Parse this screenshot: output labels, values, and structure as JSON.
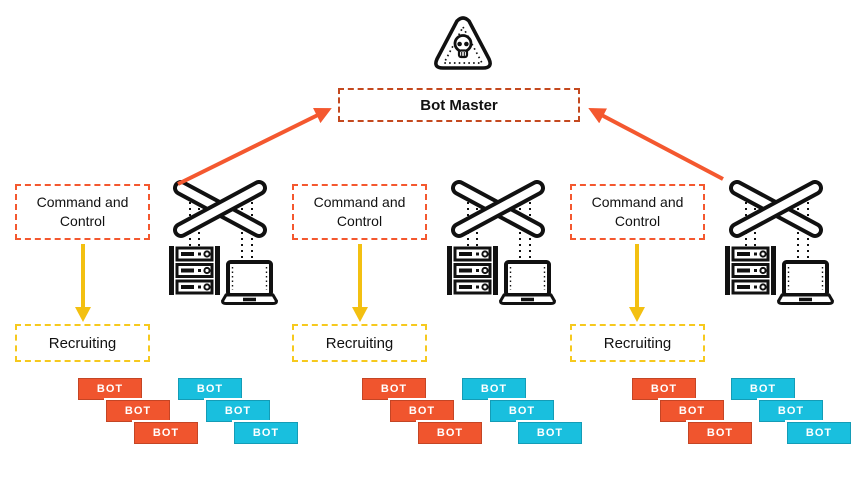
{
  "labels": {
    "bot_master": "Bot Master",
    "command_and_control": "Command and Control",
    "recruiting": "Recruiting",
    "bot": "BOT"
  },
  "icons": {
    "hazard": "skull-warning-triangle-icon",
    "switch": "network-switch-icon",
    "server": "server-rack-icon",
    "laptop": "laptop-icon",
    "arrow_up": "orange-arrow-to-bot-master",
    "arrow_down": "yellow-arrow-to-recruiting"
  },
  "colors": {
    "bot_master_border": "#C4491F",
    "cnc_border": "#F4582F",
    "arrow_orange": "#F4582F",
    "recruiting_border": "#F6C91E",
    "arrow_yellow": "#F3C011",
    "bot_orange": "#F0552E",
    "bot_cyan": "#19BFDE",
    "outline": "#111111"
  },
  "groups": [
    {
      "cnc_label": "Command and Control",
      "recruiting_label": "Recruiting",
      "orange_bots": 3,
      "cyan_bots": 3
    },
    {
      "cnc_label": "Command and Control",
      "recruiting_label": "Recruiting",
      "orange_bots": 3,
      "cyan_bots": 3
    },
    {
      "cnc_label": "Command and Control",
      "recruiting_label": "Recruiting",
      "orange_bots": 3,
      "cyan_bots": 3
    }
  ]
}
